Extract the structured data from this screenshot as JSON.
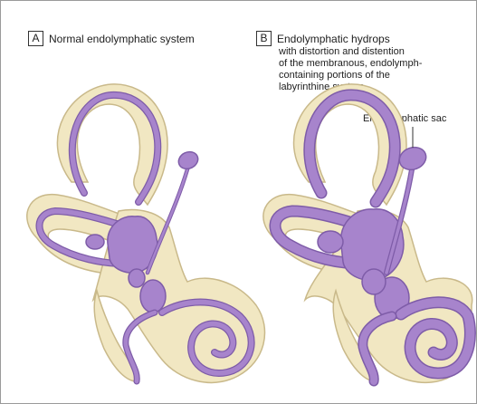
{
  "panel_a": {
    "letter": "A",
    "title": "Normal endolymphatic system"
  },
  "panel_b": {
    "letter": "B",
    "title": "Endolymphatic hydrops",
    "description_lines": [
      "with distortion and distention",
      "of the membranous, endolymph-",
      "containing portions of the",
      "labyrinthine system"
    ],
    "label_sac": "Endolymphatic sac"
  },
  "colors": {
    "bony_labyrinth": "#f1e7c2",
    "bony_outline": "#c9b98a",
    "membranous": "#a784cc",
    "membranous_outline": "#7e5ca8",
    "leader_line": "#333333"
  }
}
